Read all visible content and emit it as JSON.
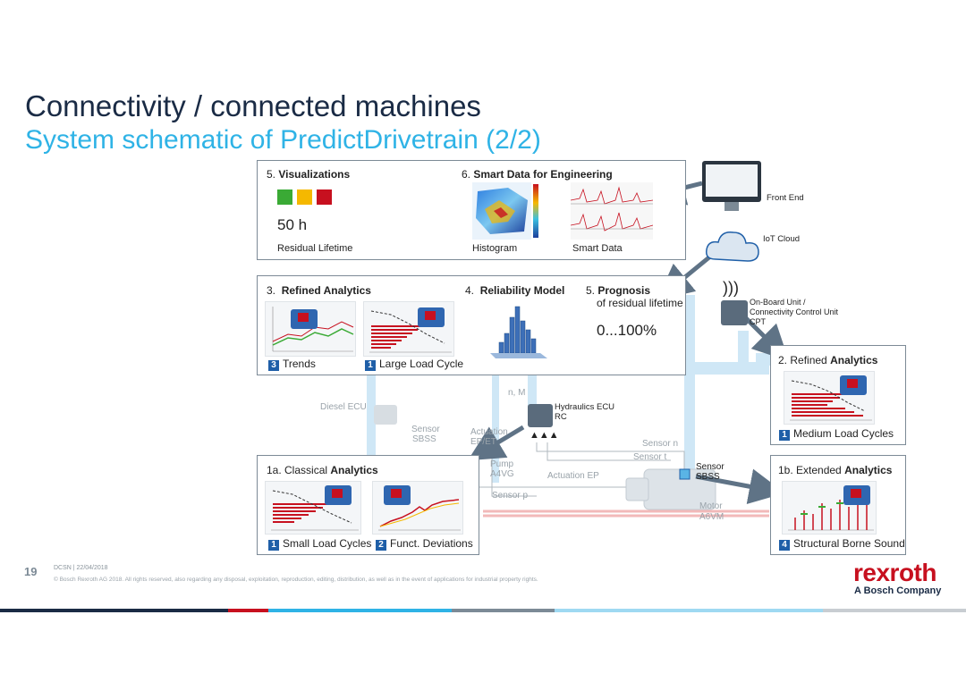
{
  "header": {
    "title": "Connectivity / connected machines",
    "subtitle": "System schematic of PredictDrivetrain (2/2)"
  },
  "visualizations": {
    "heading_num": "5.",
    "heading": "Visualizations",
    "value": "50 h",
    "caption": "Residual Lifetime",
    "traffic_colors": [
      "#3aaa35",
      "#f5b800",
      "#c7101f"
    ]
  },
  "smart_data": {
    "heading_num": "6.",
    "heading": "Smart Data for Engineering",
    "histogram_caption": "Histogram",
    "smartdata_caption": "Smart Data"
  },
  "front_end": {
    "label": "Front End"
  },
  "iot_cloud": {
    "label": "IoT Cloud"
  },
  "onboard": {
    "line1": "On-Board Unit /",
    "line2": "Connectivity Control Unit",
    "line3": "CPT"
  },
  "refined": {
    "heading_num": "3.",
    "heading": "Refined Analytics",
    "trends_num": "3",
    "trends": "Trends",
    "llc_num": "1",
    "llc": "Large Load Cycle"
  },
  "reliability": {
    "heading_num": "4.",
    "heading": "Reliability Model"
  },
  "prognosis": {
    "heading_num": "5.",
    "heading": "Prognosis",
    "line2": "of residual lifetime",
    "value": "0...100%"
  },
  "refined2": {
    "heading_num": "2.",
    "heading_pre": "Refined",
    "heading": "Analytics",
    "item_num": "1",
    "item": "Medium Load Cycles"
  },
  "classical": {
    "heading_pre": "1a. Classical",
    "heading": "Analytics",
    "item1_num": "1",
    "item1": "Small Load Cycles",
    "item2_num": "2",
    "item2": "Funct. Deviations"
  },
  "extended": {
    "heading_pre": "1b. Extended",
    "heading": "Analytics",
    "item_num": "4",
    "item": "Structural Borne Sound"
  },
  "schematic": {
    "diesel_ecu": "Diesel ECU",
    "sensor_sbss_left1": "Sensor",
    "sensor_sbss_left2": "SBSS",
    "actuation1": "Actuation",
    "actuation2": "EP/ET",
    "n_m": "n, M",
    "hydraulics1": "Hydraulics ECU",
    "hydraulics2": "RC",
    "sensor_n": "Sensor n",
    "sensor_t": "Sensor t",
    "pump1": "Pump",
    "pump2": "A4VG",
    "actuation_ep": "Actuation EP",
    "sensor_p": "Sensor p",
    "sensor_sbss_right1": "Sensor",
    "sensor_sbss_right2": "SBSS",
    "motor1": "Motor",
    "motor2": "A6VM"
  },
  "footer": {
    "page": "19",
    "meta": "DCSN | 22/04/2018",
    "copyright": "© Bosch Rexroth AG 2018. All rights reserved, also regarding any disposal, exploitation, reproduction, editing, distribution, as well as in the event of applications for industrial property rights.",
    "logo": "rexroth",
    "logo_sub": "A Bosch Company"
  },
  "colors": {
    "title": "#1a2b45",
    "subtitle": "#2fb3e6",
    "brand_red": "#c7101f",
    "arrow": "#5f7386",
    "pipe": "#b9dcf2",
    "badge": "#1f5fa8"
  }
}
